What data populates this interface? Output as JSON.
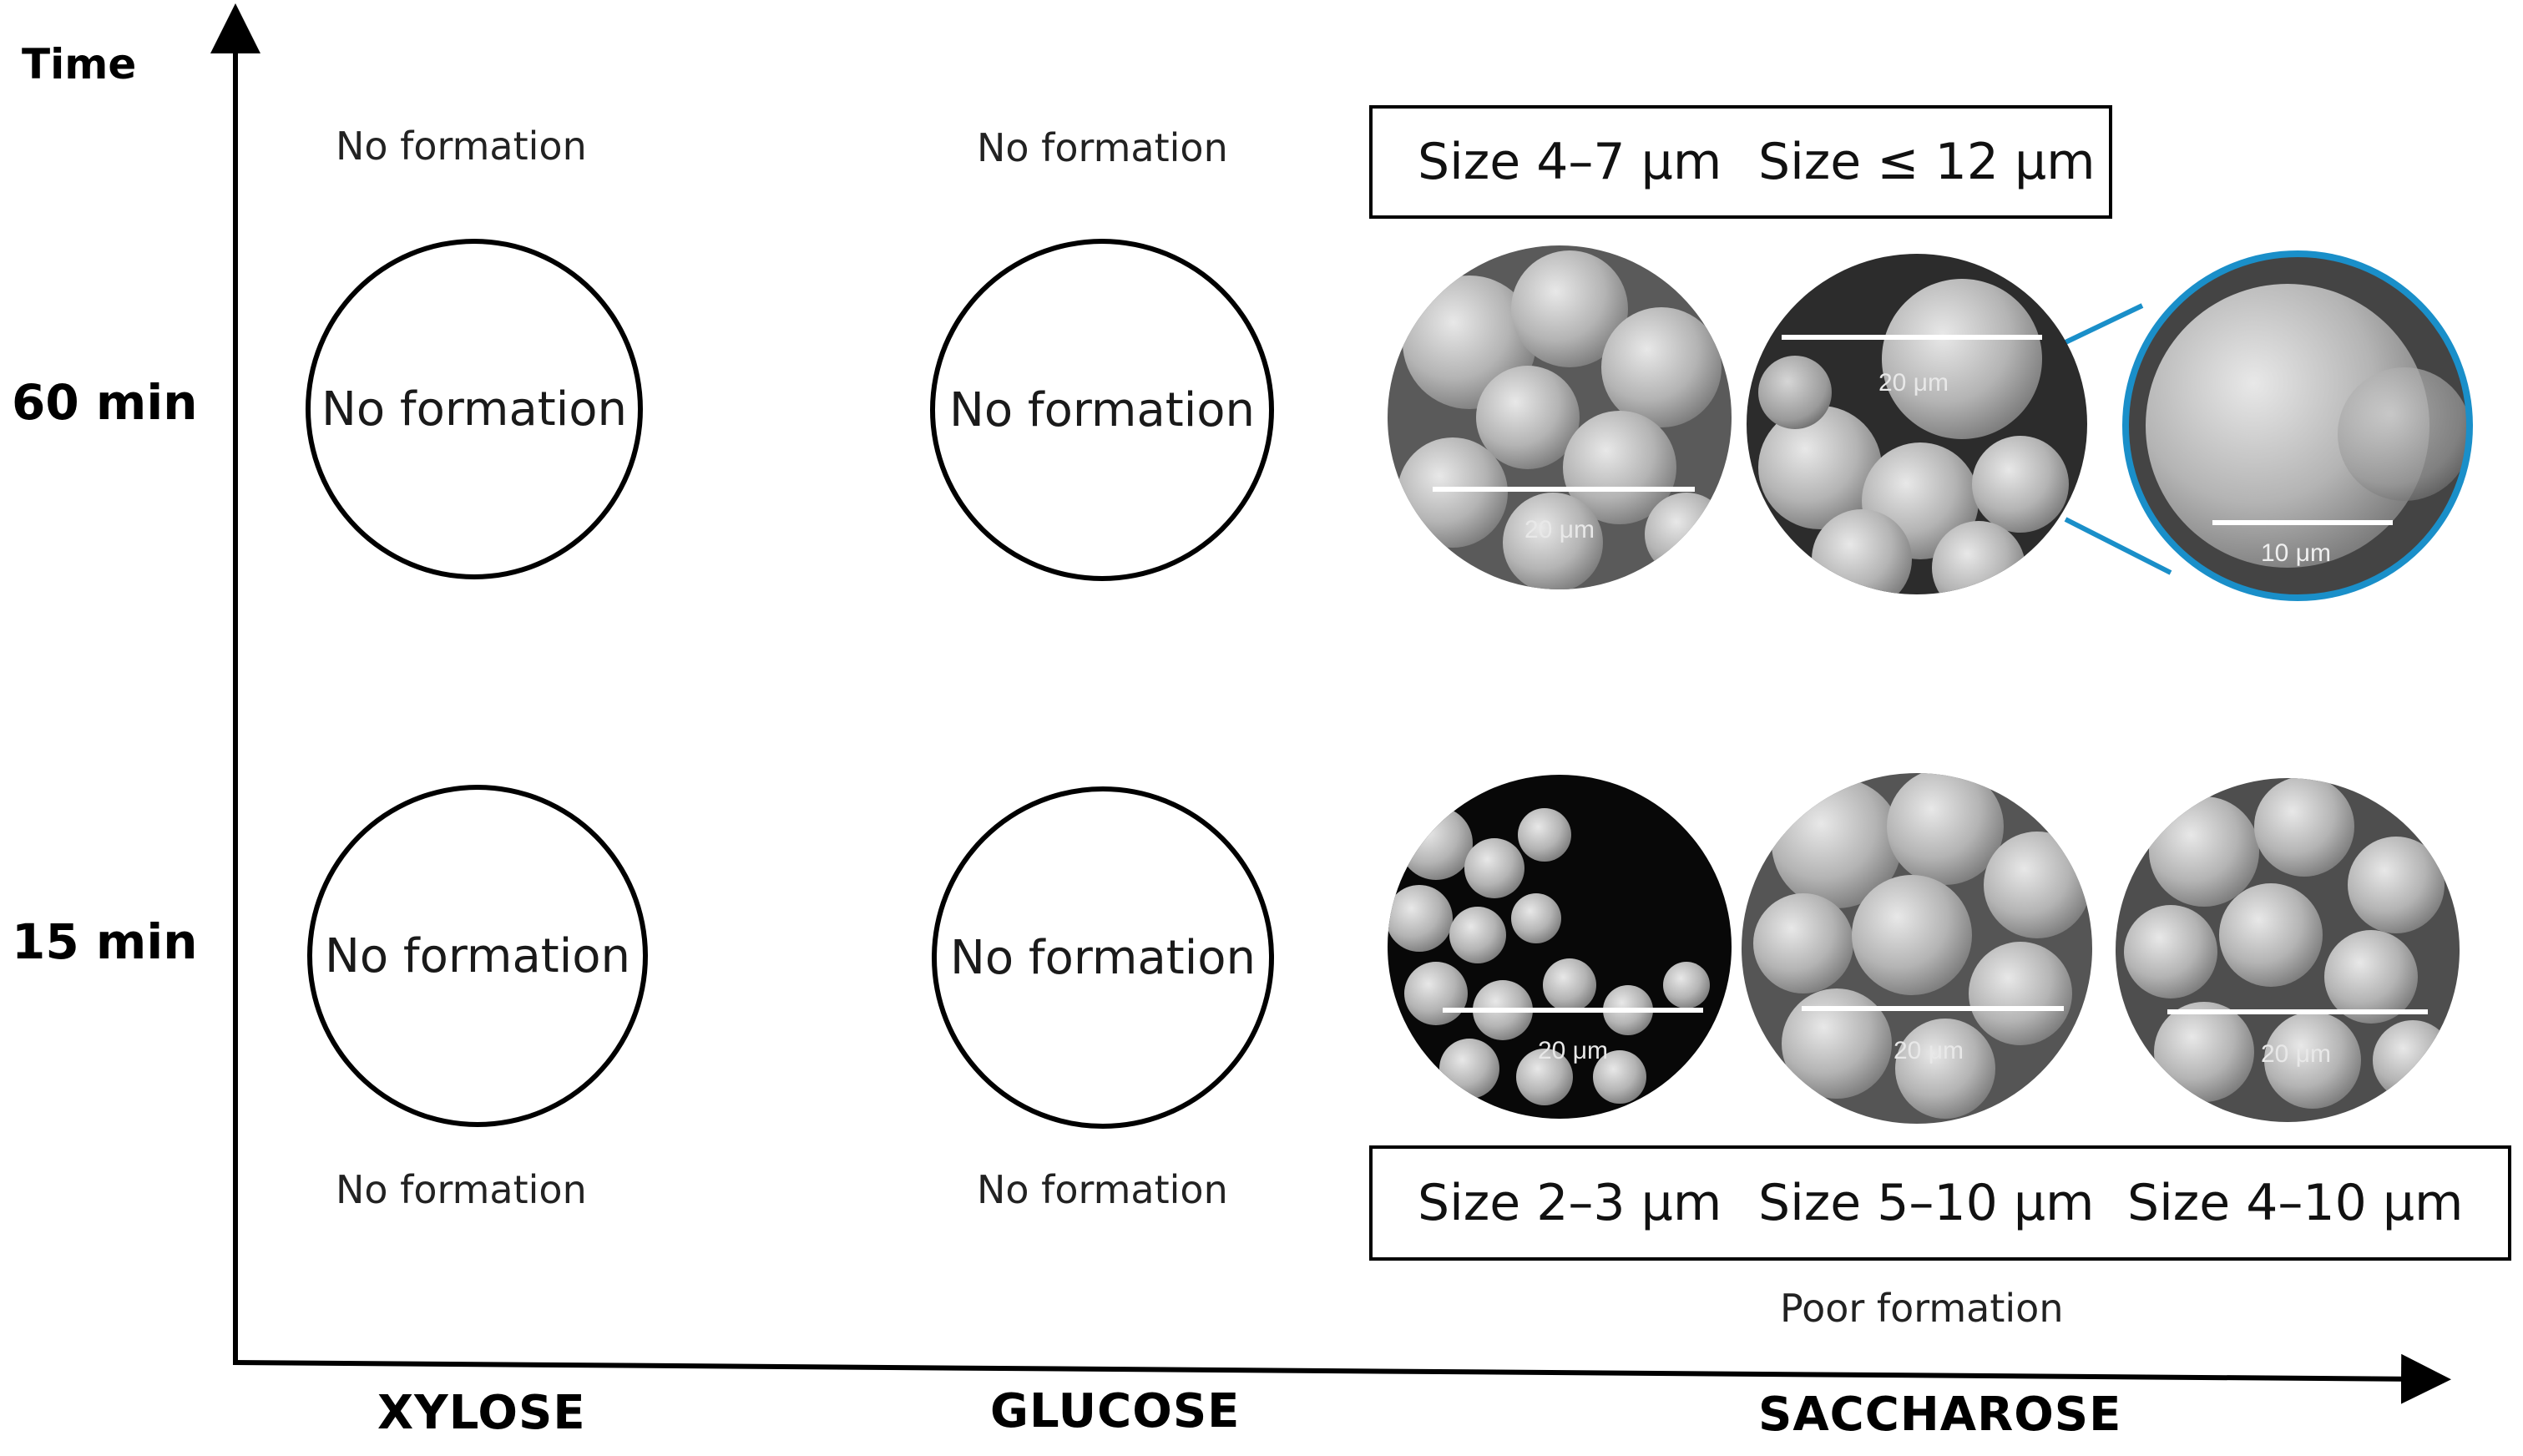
{
  "axes": {
    "y_title": "Time",
    "rows": [
      "60 min",
      "15 min"
    ],
    "columns": [
      "XYLOSE",
      "GLUCOSE",
      "SACCHAROSE"
    ]
  },
  "cells": {
    "xylose_60": {
      "note_above": "No formation",
      "circle_text": "No formation"
    },
    "glucose_60": {
      "note_above": "No formation",
      "circle_text": "No formation"
    },
    "xylose_15": {
      "circle_text": "No formation",
      "note_below": "No formation"
    },
    "glucose_15": {
      "circle_text": "No formation",
      "note_below": "No formation"
    }
  },
  "saccharose": {
    "top_sizes": [
      "Size 4–7 μm",
      "Size ≤ 12 μm"
    ],
    "bottom_sizes": [
      "Size 2–3 μm",
      "Size 5–10 μm",
      "Size 4–10 μm"
    ],
    "bottom_note": "Poor formation",
    "micrographs": {
      "top_1_scale": "20 μm",
      "top_2_scale": "20 μm",
      "zoom_scale": "10 μm",
      "bottom_1_scale": "20 μm",
      "bottom_2_scale": "20 μm",
      "bottom_3_scale": "20 μm"
    }
  },
  "colors": {
    "axis": "#000000",
    "zoom_ring": "#1a8fc9",
    "sem_base": "#6b6b6b"
  }
}
